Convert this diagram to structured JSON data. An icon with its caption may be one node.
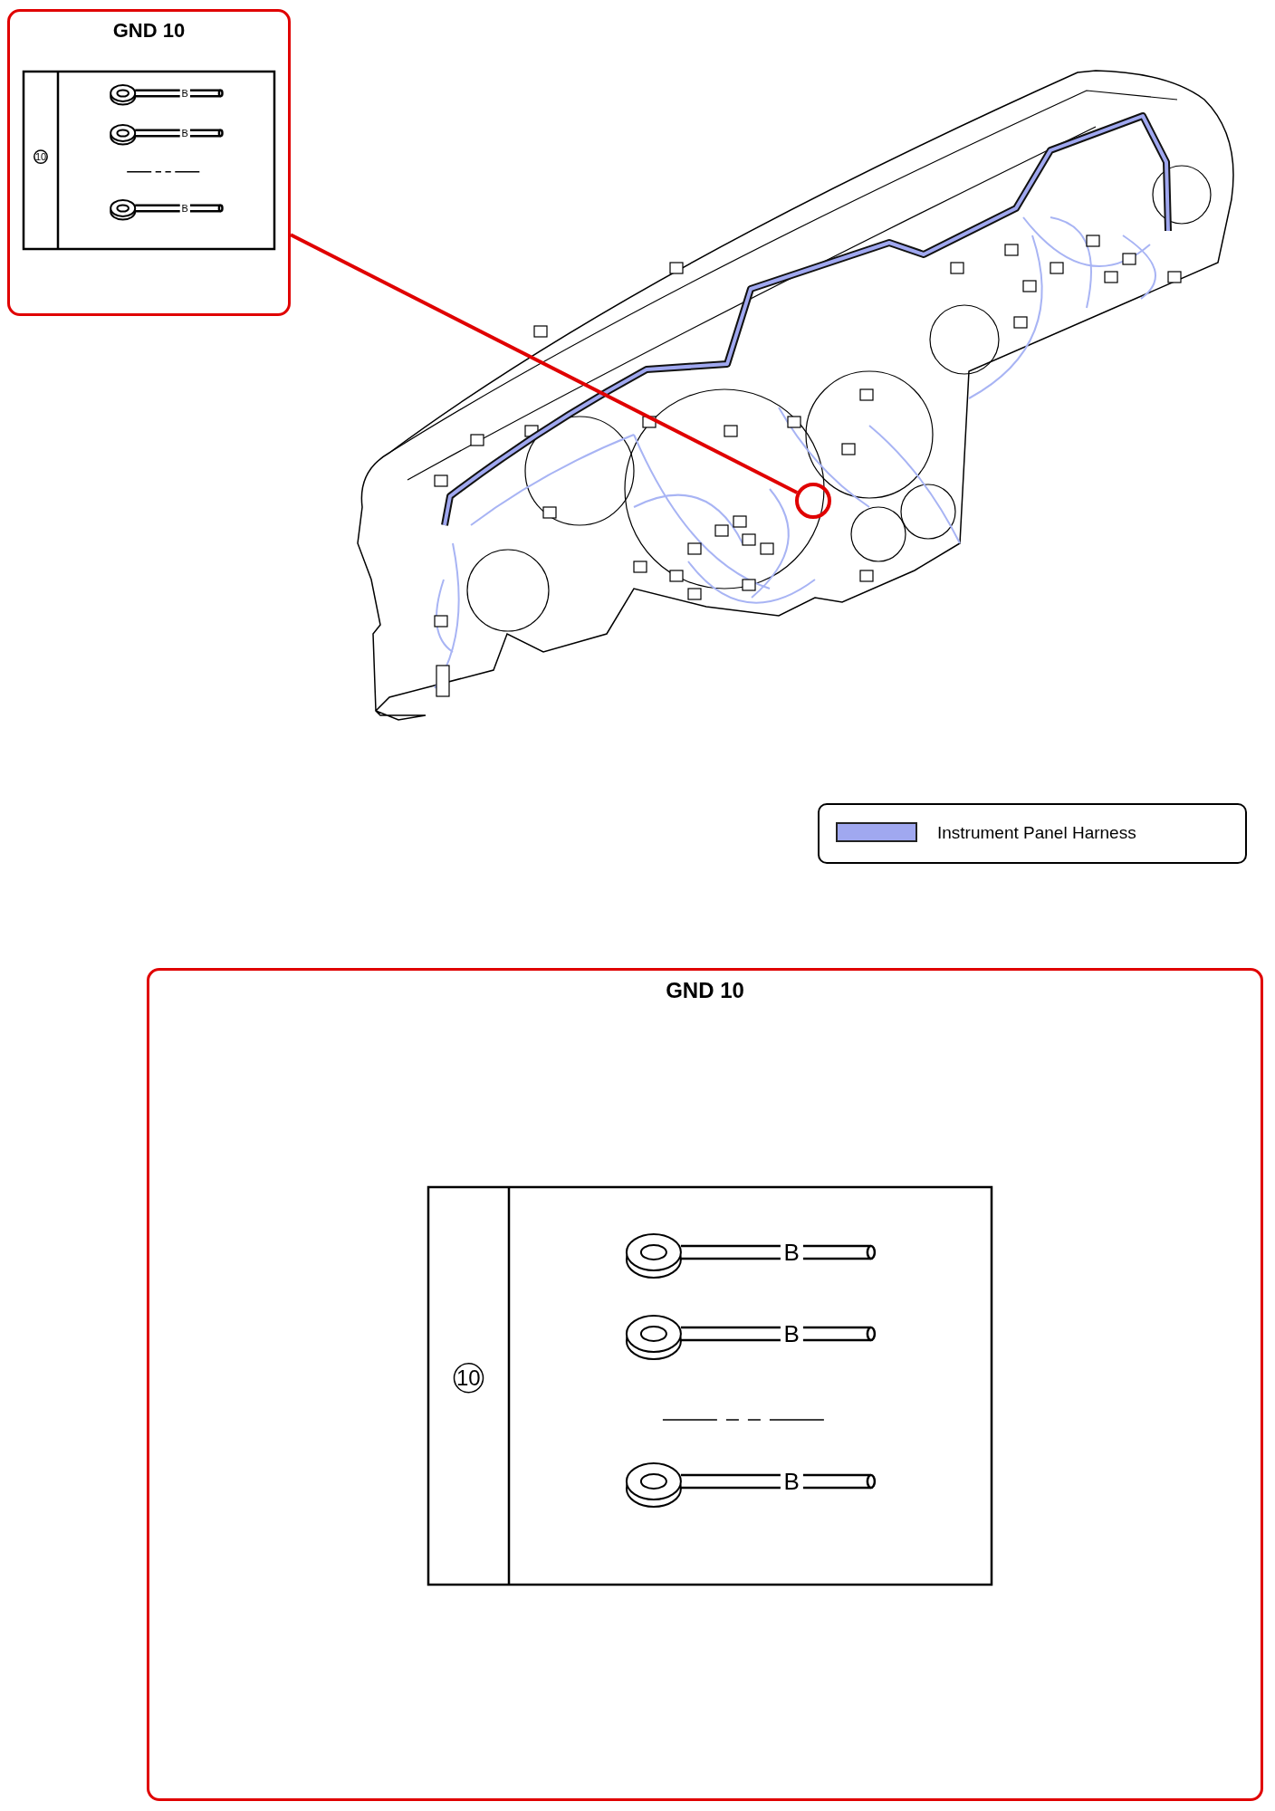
{
  "diagram": {
    "nodes": [
      {
        "text": [
          "GND 10"
        ]
      },
      {
        "text": [],
        "shape": "circle"
      },
      {
        "text": [
          "GND 10"
        ]
      }
    ],
    "edges": [
      {
        "from": 0,
        "to": 1,
        "arrow": "none"
      }
    ],
    "labels": [
      "10",
      "B",
      "B",
      "B",
      "10",
      "B",
      "B",
      "B"
    ],
    "legend": [
      {
        "text": "Instrument Panel Harness",
        "color": "#a0a8f0"
      }
    ]
  }
}
